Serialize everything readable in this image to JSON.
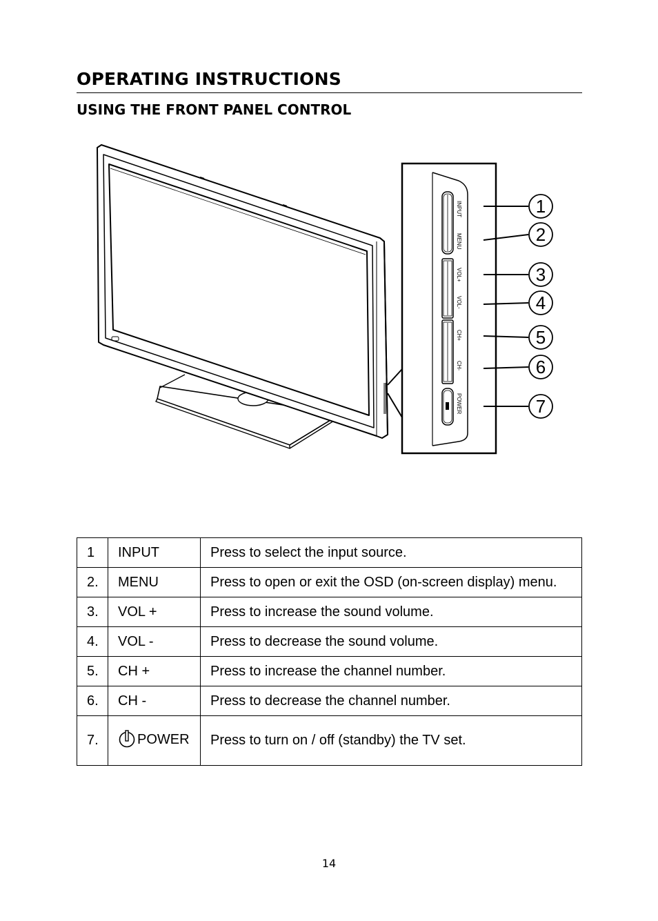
{
  "header": {
    "title": "OPERATING INSTRUCTIONS",
    "subtitle": "USING THE FRONT PANEL CONTROL"
  },
  "panel": {
    "buttons": [
      "INPUT",
      "MENU",
      "VOL+",
      "VOL-",
      "CH+",
      "CH-",
      "POWER"
    ],
    "callouts": [
      "1",
      "2",
      "3",
      "4",
      "5",
      "6",
      "7"
    ]
  },
  "table": {
    "rows": [
      {
        "num": "1",
        "name": "INPUT",
        "desc": "Press to select the input source."
      },
      {
        "num": "2.",
        "name": "MENU",
        "desc": "Press to open or exit the OSD (on-screen display) menu."
      },
      {
        "num": "3.",
        "name": "VOL +",
        "desc": "Press to increase the sound volume."
      },
      {
        "num": "4.",
        "name": "VOL -",
        "desc": "Press to decrease the sound volume."
      },
      {
        "num": "5.",
        "name": "CH +",
        "desc": "Press to increase the channel number."
      },
      {
        "num": "6.",
        "name": "CH -",
        "desc": "Press to decrease the channel number."
      },
      {
        "num": "7.",
        "name": "POWER",
        "desc": "Press to turn on / off (standby) the TV set."
      }
    ]
  },
  "footer": {
    "page_number": "14"
  }
}
